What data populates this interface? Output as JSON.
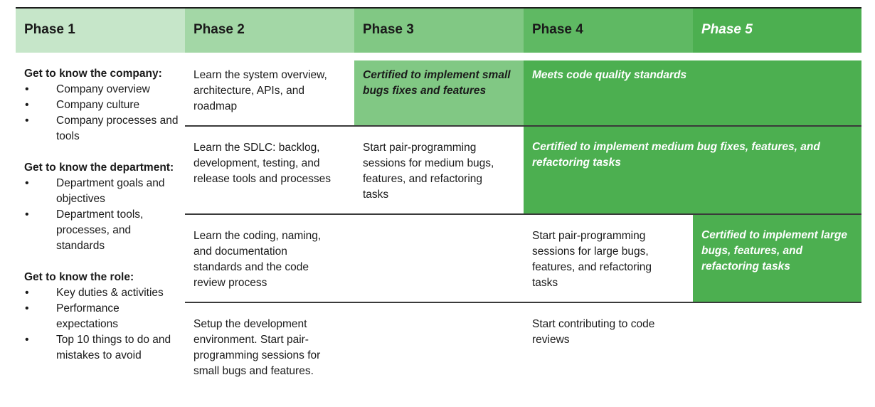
{
  "colors": {
    "phase1": "#c6e6c9",
    "phase2": "#a3d7a6",
    "phase3": "#81c884",
    "phase4": "#5fb963",
    "phase5": "#4caf50"
  },
  "header": {
    "phase1": "Phase 1",
    "phase2": "Phase 2",
    "phase3": "Phase 3",
    "phase4": "Phase 4",
    "phase5": "Phase 5"
  },
  "phase1": {
    "company": {
      "title": "Get to know the company:",
      "items": [
        "Company overview",
        "Company culture",
        "Company processes and tools"
      ]
    },
    "department": {
      "title": "Get to know the department:",
      "items": [
        "Department goals and objectives",
        "Department tools, processes, and standards"
      ]
    },
    "role": {
      "title": "Get to know the role:",
      "items": [
        "Key duties & activities",
        "Performance expectations",
        "Top 10 things to do and mistakes to avoid"
      ]
    }
  },
  "phase2": {
    "row1": "Learn the system overview, architecture, APIs, and roadmap",
    "row2": "Learn the SDLC: backlog, development, testing, and release tools and processes",
    "row3": "Learn the coding, naming, and documentation standards and the code review process",
    "row4": "Setup the development environment. Start pair-programming sessions for small bugs and features."
  },
  "phase3": {
    "row1": "Certified to implement small bugs fixes and features",
    "row2": "Start pair-programming sessions for medium bugs, features, and refactoring tasks"
  },
  "phase4": {
    "row1": "Meets code quality standards",
    "row2": "Certified to implement medium bug fixes, features, and refactoring tasks",
    "row3": "Start pair-programming sessions for large bugs, features, and refactoring tasks",
    "row4": "Start contributing to code reviews"
  },
  "phase5": {
    "row3": "Certified to implement large bugs, features, and refactoring tasks"
  }
}
